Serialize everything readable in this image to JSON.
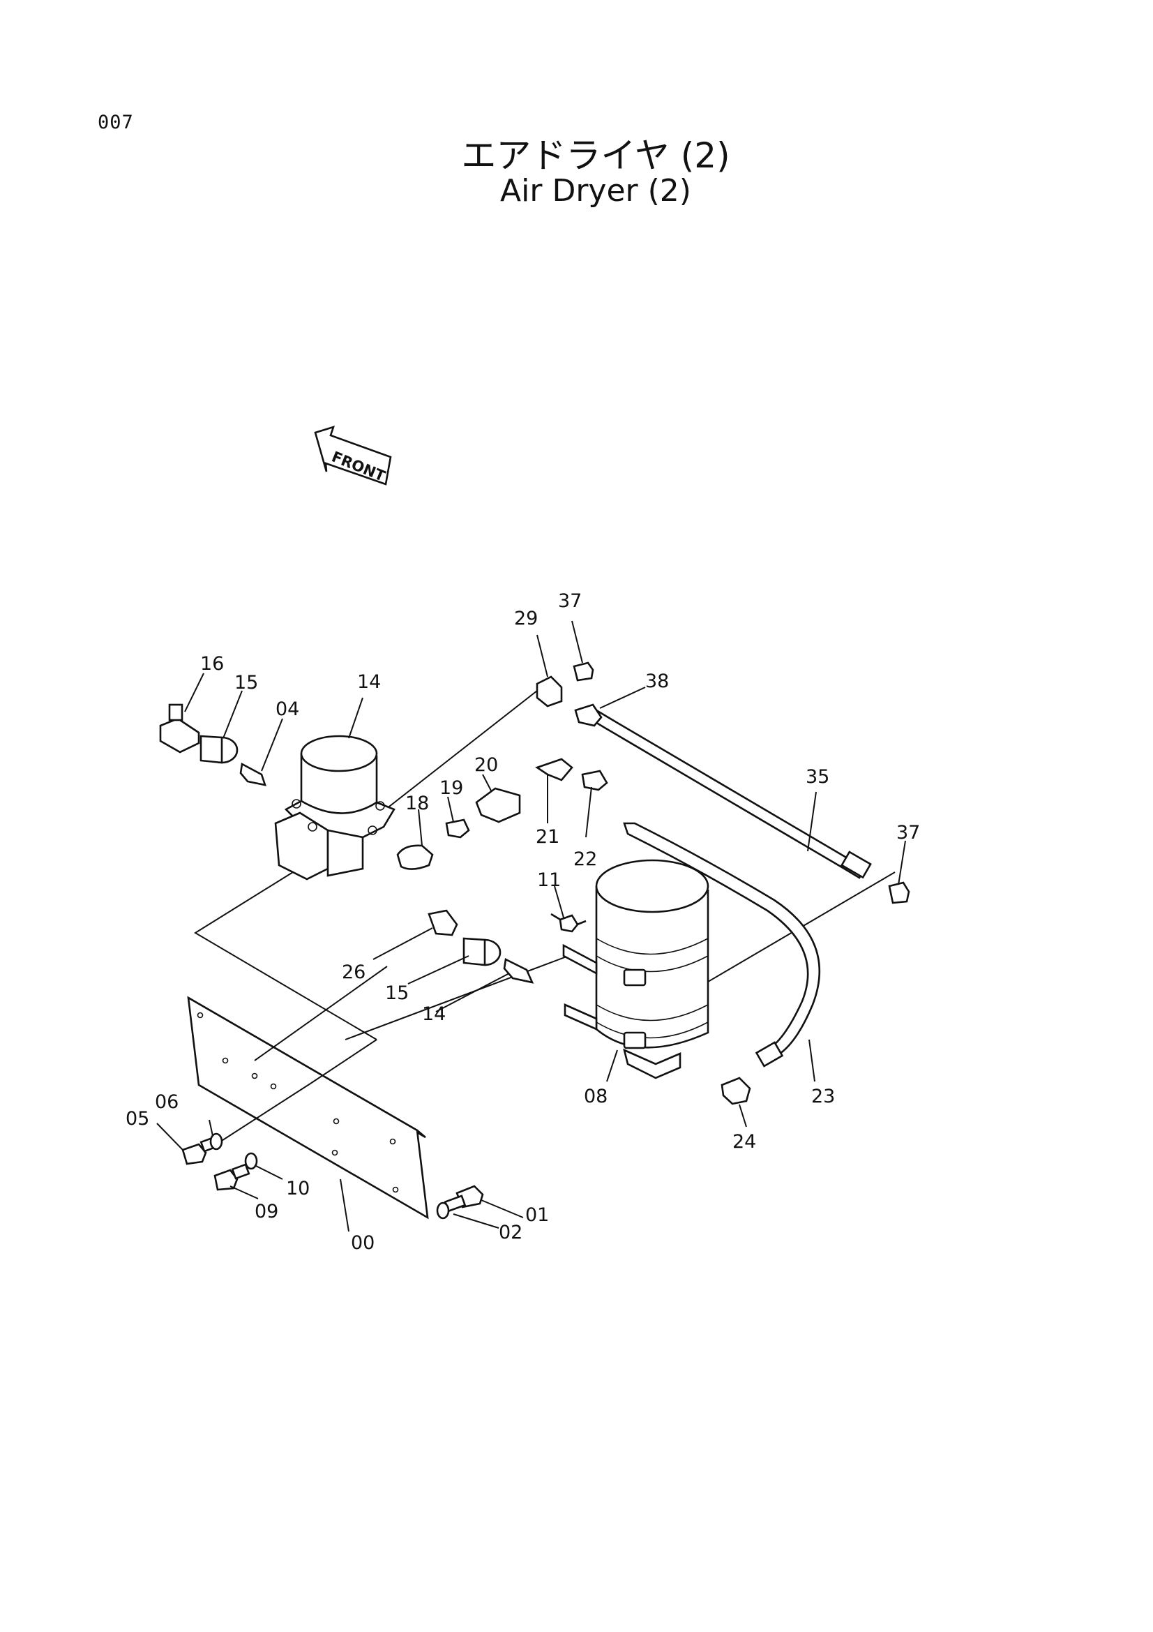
{
  "page": {
    "number": "007"
  },
  "title": {
    "japanese": "エアドライヤ (2)",
    "english": "Air Dryer (2)"
  },
  "direction_marker": {
    "label": "FRONT"
  },
  "callouts": [
    "37",
    "29",
    "38",
    "16",
    "15",
    "04",
    "14",
    "20",
    "19",
    "18",
    "35",
    "37",
    "21",
    "22",
    "11",
    "26",
    "15",
    "14",
    "06",
    "05",
    "10",
    "09",
    "00",
    "08",
    "24",
    "23",
    "01",
    "02"
  ]
}
